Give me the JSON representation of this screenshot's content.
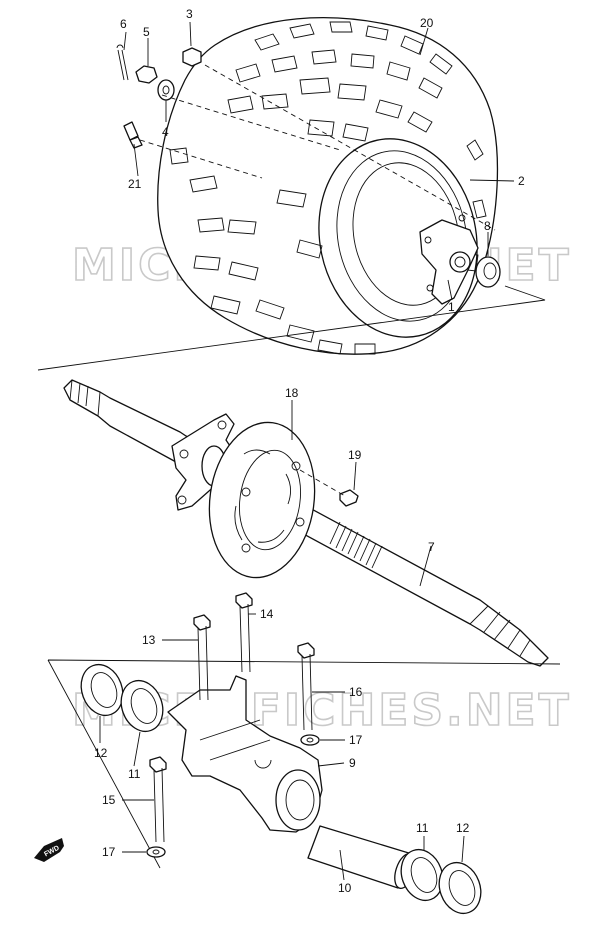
{
  "watermark": {
    "text": "MICROFICHES.NET"
  },
  "fwd_badge": {
    "label": "FWD"
  },
  "parts": [
    {
      "id": "p1",
      "label": "1"
    },
    {
      "id": "p2",
      "label": "2"
    },
    {
      "id": "p3",
      "label": "3"
    },
    {
      "id": "p4",
      "label": "4"
    },
    {
      "id": "p5",
      "label": "5"
    },
    {
      "id": "p6",
      "label": "6"
    },
    {
      "id": "p7",
      "label": "7"
    },
    {
      "id": "p8",
      "label": "8"
    },
    {
      "id": "p9",
      "label": "9"
    },
    {
      "id": "p10",
      "label": "10"
    },
    {
      "id": "p11a",
      "label": "11"
    },
    {
      "id": "p11b",
      "label": "11"
    },
    {
      "id": "p12a",
      "label": "12"
    },
    {
      "id": "p12b",
      "label": "12"
    },
    {
      "id": "p13",
      "label": "13"
    },
    {
      "id": "p14",
      "label": "14"
    },
    {
      "id": "p15",
      "label": "15"
    },
    {
      "id": "p16",
      "label": "16"
    },
    {
      "id": "p17a",
      "label": "17"
    },
    {
      "id": "p17b",
      "label": "17"
    },
    {
      "id": "p18",
      "label": "18"
    },
    {
      "id": "p19",
      "label": "19"
    },
    {
      "id": "p20",
      "label": "20"
    },
    {
      "id": "p21",
      "label": "21"
    }
  ]
}
